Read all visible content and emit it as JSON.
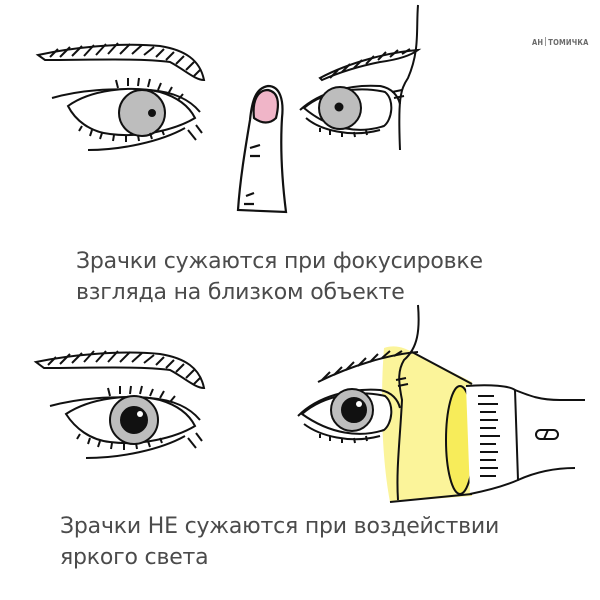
{
  "logo": {
    "left": "АН",
    "right": "ТОМИЧКА"
  },
  "panels": [
    {
      "caption_line1": "Зрачки сужаются при фокусировке",
      "caption_line2": "взгляда на близком объекте",
      "scene": "eyes-focusing-on-finger"
    },
    {
      "caption_line1": "Зрачки НЕ сужаются при воздействии",
      "caption_line2": "яркого света",
      "scene": "flashlight-shining-into-eye"
    }
  ],
  "colors": {
    "text": "#4b4b4b",
    "iris": "#bdbdbd",
    "nail": "#f0b5c8",
    "light": "#fbf49a",
    "ink": "#111111"
  }
}
